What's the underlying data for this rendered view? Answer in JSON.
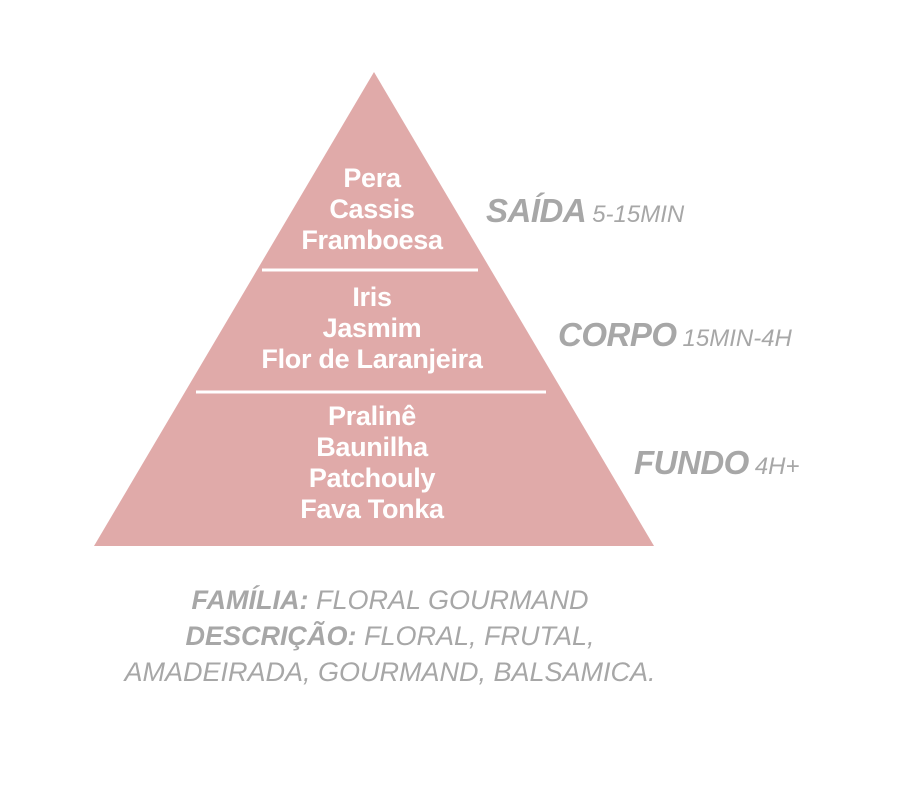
{
  "colors": {
    "pyramid_fill": "#e0aaa9",
    "divider": "#ffffff",
    "note_text": "#ffffff",
    "label_text": "#a7a7a7"
  },
  "pyramid": {
    "layers": [
      {
        "name": "SAÍDA",
        "duration": "5-15MIN",
        "notes": [
          "Pera",
          "Cassis",
          "Framboesa"
        ]
      },
      {
        "name": "CORPO",
        "duration": "15MIN-4H",
        "notes": [
          "Iris",
          "Jasmim",
          "Flor de Laranjeira"
        ]
      },
      {
        "name": "FUNDO",
        "duration": "4H+",
        "notes": [
          "Pralinê",
          "Baunilha",
          "Patchouly",
          "Fava Tonka"
        ]
      }
    ]
  },
  "info": {
    "family_label": "FAMÍLIA:",
    "family_value": " FLORAL GOURMAND",
    "description_label": "DESCRIÇÃO:",
    "description_value_line1": " FLORAL, FRUTAL,",
    "description_value_line2": "AMADEIRADA, GOURMAND, BALSAMICA."
  }
}
